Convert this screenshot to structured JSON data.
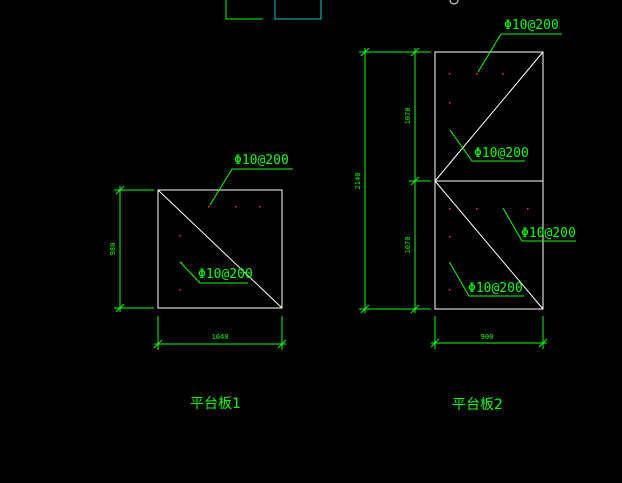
{
  "drawing": {
    "colors": {
      "background": "#000000",
      "outline": "#ffffff",
      "dimension": "#00ff00",
      "leader": "#00ff00",
      "marks": "#ff3333",
      "cyan": "#00cccc"
    },
    "slab1": {
      "title": "平台板1",
      "rebar_top": "Φ10@200",
      "rebar_bottom": "Φ10@200",
      "dim_width": "1040",
      "dim_height": "980"
    },
    "slab2": {
      "title": "平台板2",
      "rebar_top": "Φ10@200",
      "rebar_mid": "Φ10@200",
      "rebar_right": "Φ10@200",
      "rebar_bottom": "Φ10@200",
      "dim_width": "900",
      "dim_total": "2140",
      "dim_upper": "1070",
      "dim_lower": "1070"
    }
  }
}
